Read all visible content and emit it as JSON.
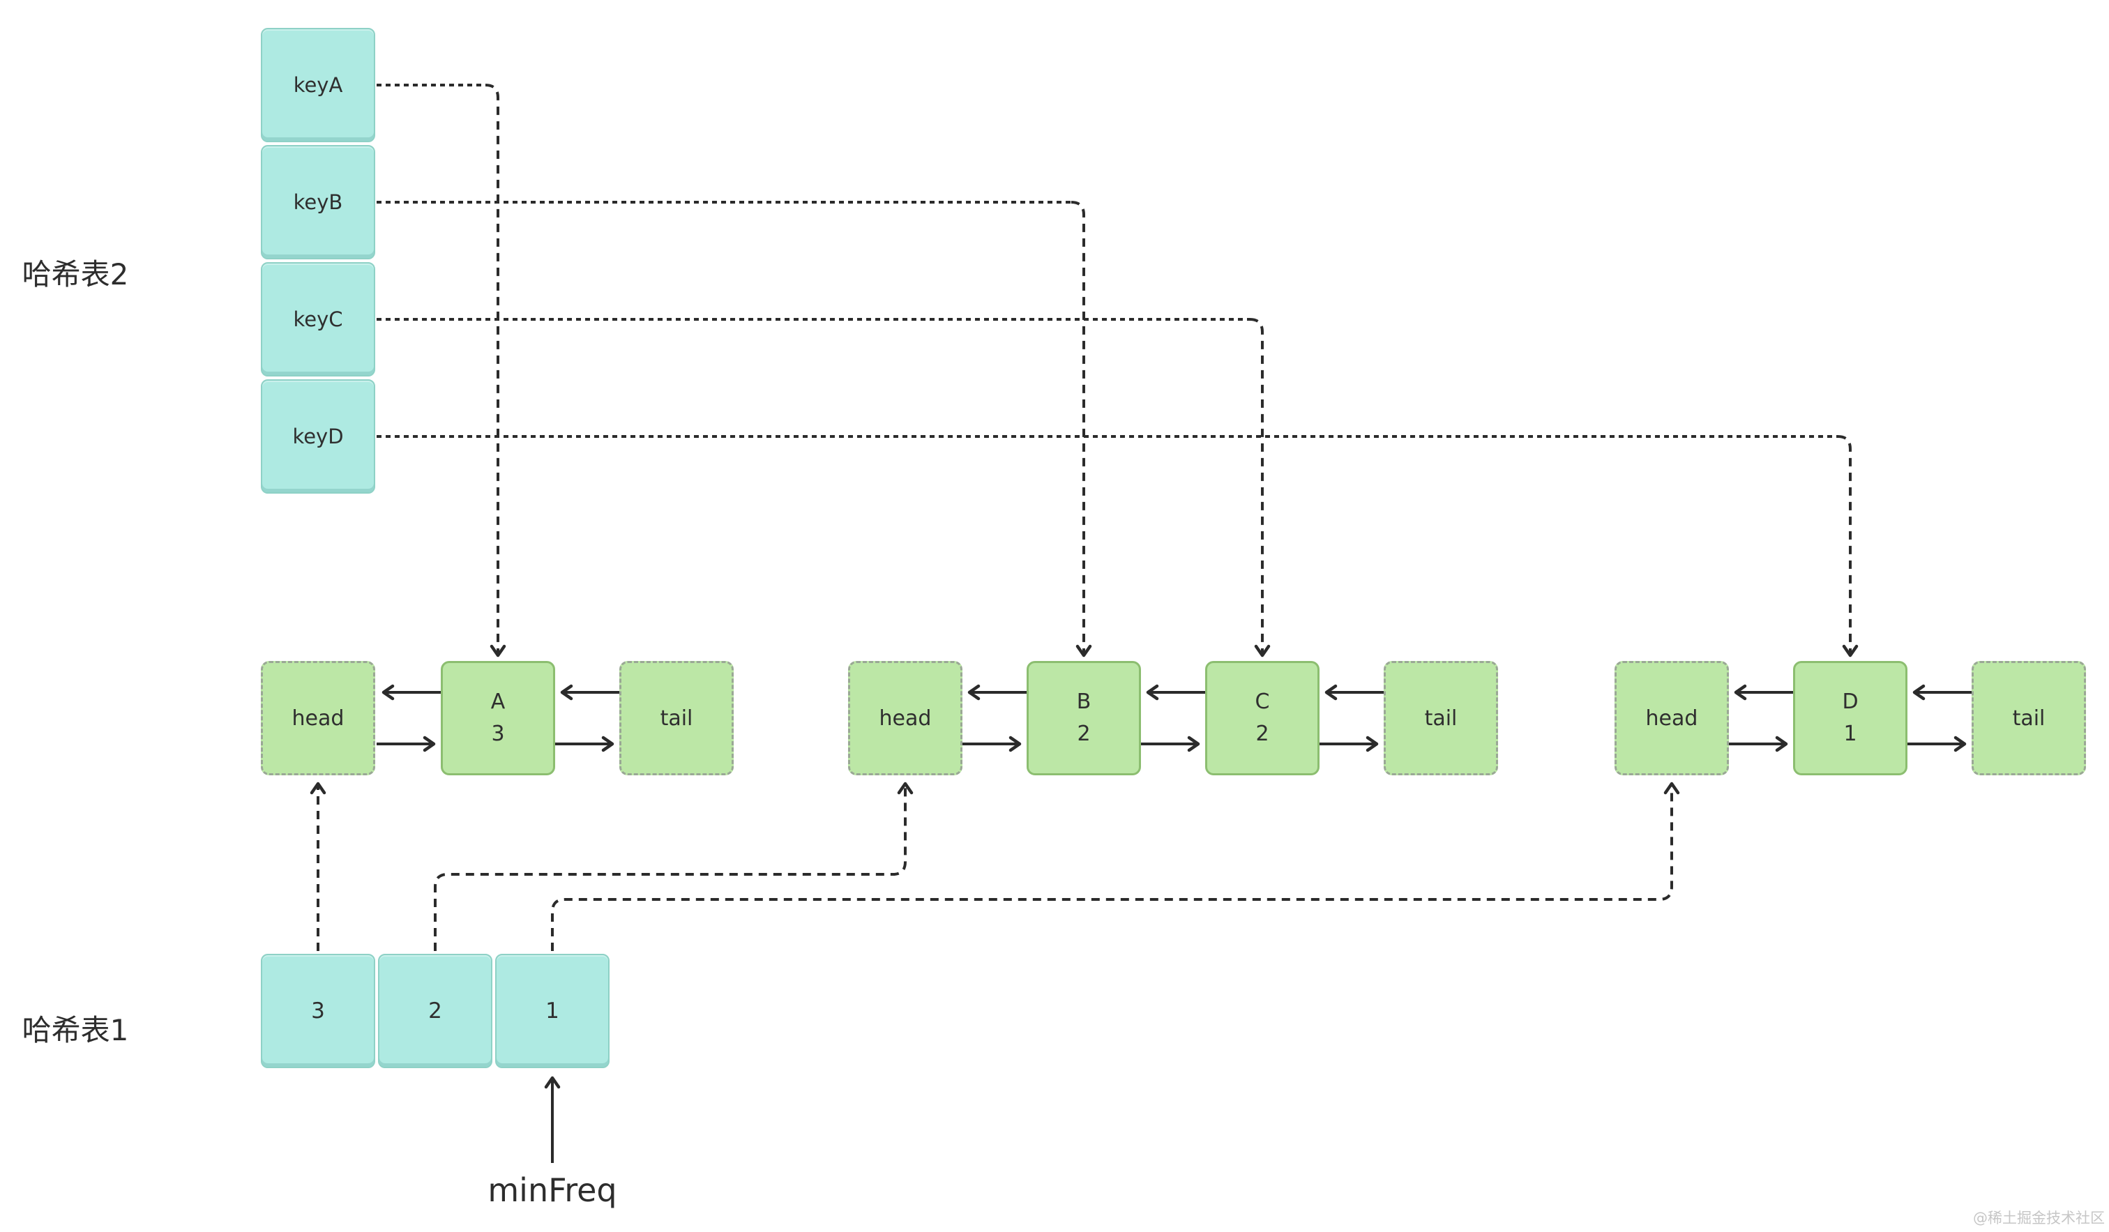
{
  "labels": {
    "hash_table_2": "哈希表2",
    "hash_table_1": "哈希表1",
    "min_freq": "minFreq",
    "watermark": "@稀土掘金技术社区"
  },
  "hash_table_2": {
    "keys": [
      "keyA",
      "keyB",
      "keyC",
      "keyD"
    ]
  },
  "hash_table_1": {
    "buckets": [
      "3",
      "2",
      "1"
    ]
  },
  "freq_lists": [
    {
      "nodes": [
        {
          "label": "head"
        },
        {
          "label": "A",
          "freq": "3"
        },
        {
          "label": "tail"
        }
      ]
    },
    {
      "nodes": [
        {
          "label": "head"
        },
        {
          "label": "B",
          "freq": "2"
        },
        {
          "label": "C",
          "freq": "2"
        },
        {
          "label": "tail"
        }
      ]
    },
    {
      "nodes": [
        {
          "label": "head"
        },
        {
          "label": "D",
          "freq": "1"
        },
        {
          "label": "tail"
        }
      ]
    }
  ],
  "colors": {
    "key_fill": "#aeeae2",
    "key_border": "#8ed1c6",
    "node_fill": "#bce7a6",
    "node_border": "#8cbe70",
    "sentinel_border": "#9aa895",
    "arrow": "#2b2b2b",
    "watermark_text": "#c6c6c6"
  }
}
